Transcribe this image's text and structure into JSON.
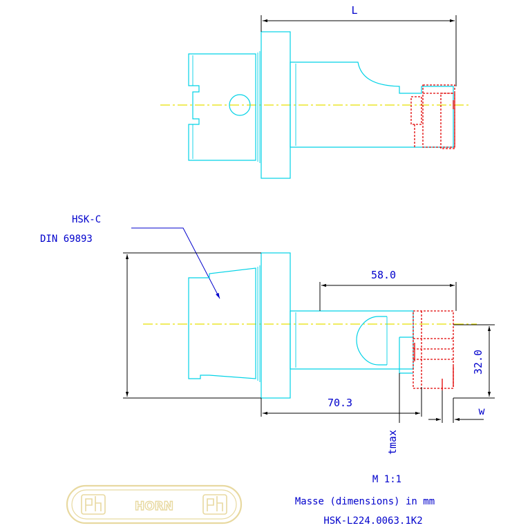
{
  "drawing": {
    "top_view": {
      "dim_L": "L"
    },
    "side_view": {
      "callout_line1": "HSK-C",
      "callout_line2": "DIN 69893",
      "dim_58": "58.0",
      "dim_70": "70.3",
      "dim_32": "32.0",
      "dim_w": "w",
      "dim_tmax": "tmax"
    },
    "info": {
      "scale": "M 1:1",
      "units": "Masse (dimensions) in mm",
      "part_number": "HSK-L224.0063.1K2"
    },
    "logo": {
      "brand": "HORN",
      "color": "#e8d9a0"
    },
    "colors": {
      "outline": "#00d2e6",
      "insert": "#e00000",
      "centerline": "#e8e000",
      "text": "#0000cc"
    }
  }
}
